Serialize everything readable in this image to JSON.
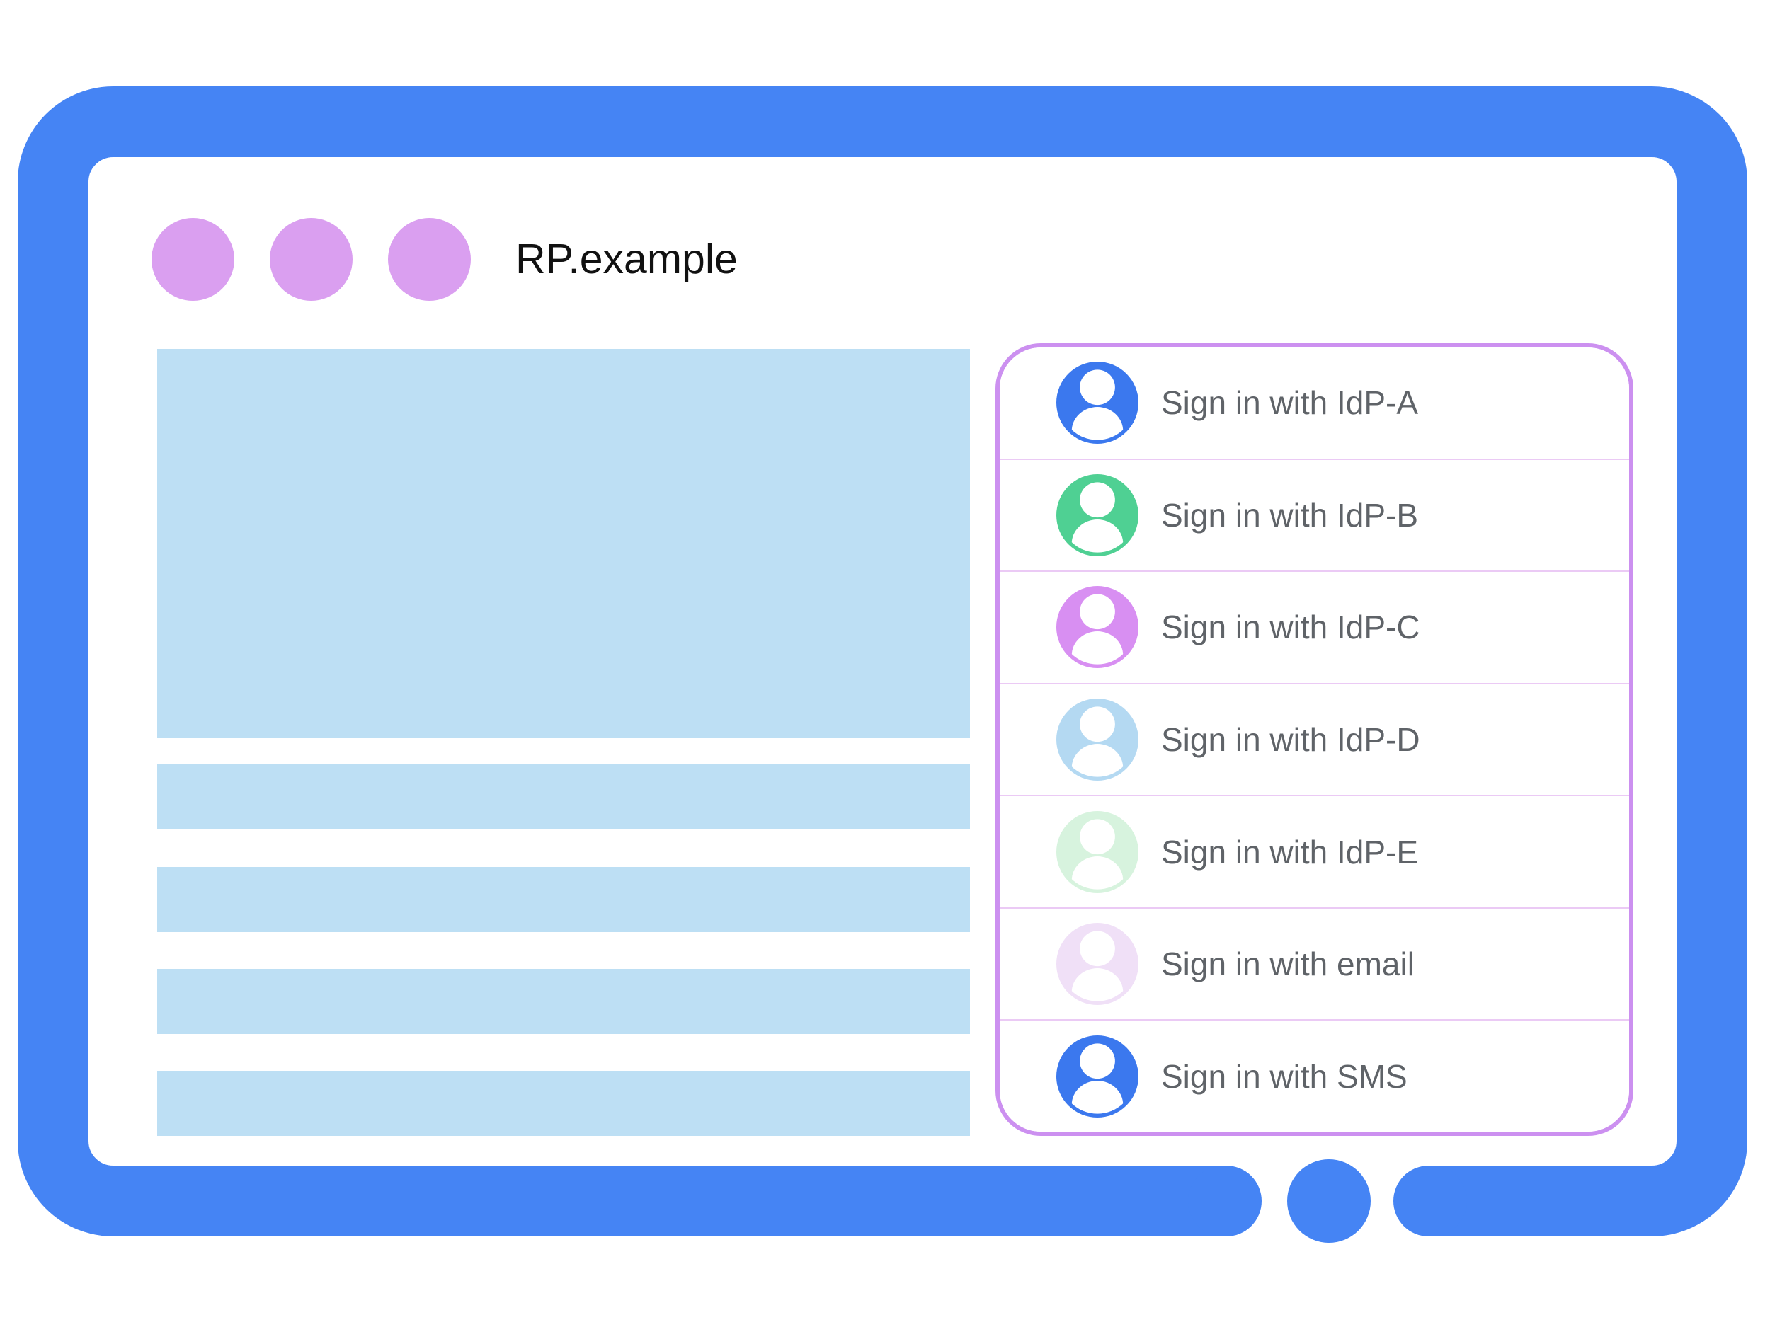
{
  "palette": {
    "frame_blue": "#4584F4",
    "dot_purple": "#DA9FF0",
    "block_blue": "#BDDFF4",
    "panel_border": "#CC90F0",
    "divider_purple": "#EBCAF5",
    "label_gray": "#5F6368",
    "title_color": "#111111"
  },
  "window": {
    "title": "RP.example"
  },
  "signin_panel": {
    "items": [
      {
        "label": "Sign in with IdP-A",
        "color": "#3B78EE"
      },
      {
        "label": "Sign in with IdP-B",
        "color": "#4FD093"
      },
      {
        "label": "Sign in with IdP-C",
        "color": "#D88FF2"
      },
      {
        "label": "Sign in with IdP-D",
        "color": "#B4D9F2"
      },
      {
        "label": "Sign in with IdP-E",
        "color": "#D7F3DE"
      },
      {
        "label": "Sign in with email",
        "color": "#F0E0F7"
      },
      {
        "label": "Sign in with SMS",
        "color": "#3B78EE"
      }
    ]
  }
}
